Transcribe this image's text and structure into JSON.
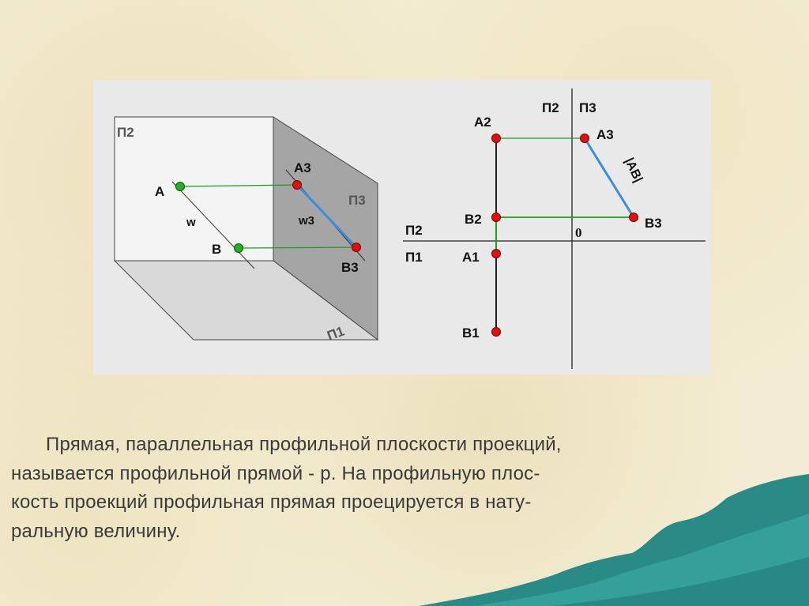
{
  "diagram": {
    "cube": {
      "plane_front": "П2",
      "plane_side": "П3",
      "plane_bottom": "П1",
      "point_a": "A",
      "point_b": "B",
      "line_name": "w",
      "proj_a": "A3",
      "proj_b": "B3",
      "proj_line": "w3"
    },
    "epure": {
      "axis_p2_top": "П2",
      "axis_p3_top": "П3",
      "axis_p2_left": "П2",
      "axis_p1_left": "П1",
      "origin": "0",
      "a2": "A2",
      "b2": "B2",
      "a1": "A1",
      "b1": "B1",
      "a3": "A3",
      "b3": "B3",
      "true_length": "|AB|"
    },
    "colors": {
      "point_red": "#e01010",
      "point_green": "#20b020",
      "link_line": "#18a018",
      "segment_blue": "#3a8fd8"
    }
  },
  "description": {
    "line1": "Прямая, параллельная профильной плоскости проекций,",
    "line2": "называется профильной прямой - р. На профильную плос-",
    "line3": "кость проекций профильная прямая проецируется в нату-",
    "line4": "ральную величину."
  }
}
